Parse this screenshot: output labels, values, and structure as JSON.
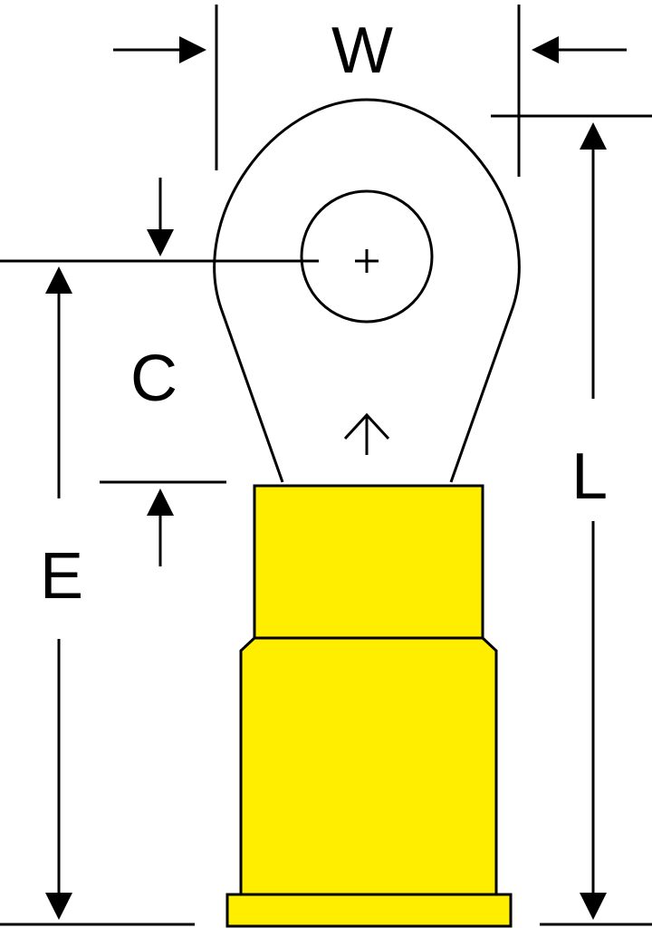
{
  "diagram": {
    "labels": {
      "width": "W",
      "center": "C",
      "extension": "E",
      "length": "L"
    },
    "colors": {
      "insulation": "#FFEE00",
      "line": "#000000",
      "background": "#FFFFFF"
    },
    "icons": {
      "center_mark": "plus-icon",
      "direction_arrow": "up-arrow-icon"
    }
  }
}
